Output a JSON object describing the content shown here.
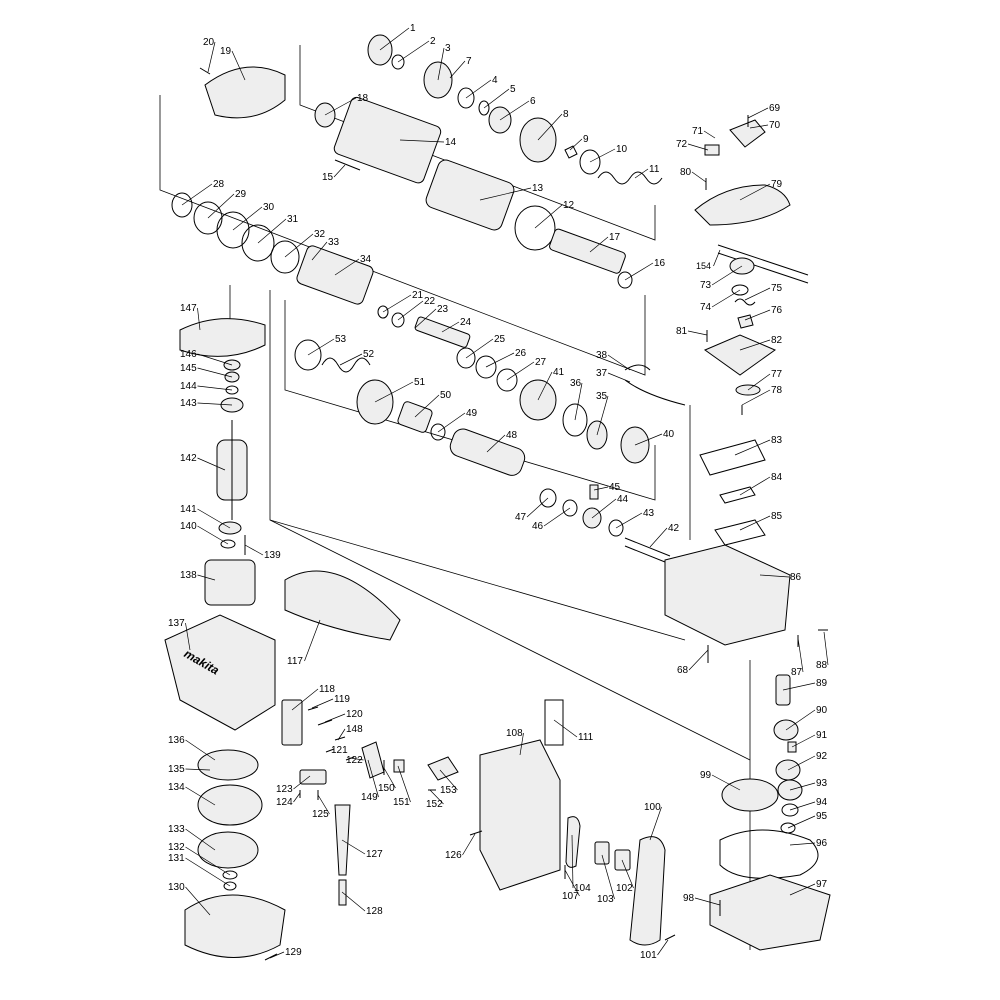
{
  "diagram": {
    "part_numbers": [
      "1",
      "2",
      "3",
      "4",
      "5",
      "6",
      "7",
      "8",
      "9",
      "10",
      "11",
      "12",
      "13",
      "14",
      "15",
      "16",
      "17",
      "18",
      "19",
      "20",
      "21",
      "22",
      "23",
      "24",
      "25",
      "26",
      "27",
      "28",
      "29",
      "30",
      "31",
      "32",
      "33",
      "34",
      "35",
      "36",
      "37",
      "38",
      "40",
      "41",
      "42",
      "43",
      "44",
      "45",
      "46",
      "47",
      "48",
      "49",
      "50",
      "51",
      "52",
      "53",
      "68",
      "69",
      "70",
      "71",
      "72",
      "73",
      "74",
      "75",
      "76",
      "77",
      "78",
      "79",
      "80",
      "81",
      "82",
      "83",
      "84",
      "85",
      "86",
      "87",
      "88",
      "89",
      "90",
      "91",
      "92",
      "93",
      "94",
      "95",
      "96",
      "97",
      "98",
      "99",
      "100",
      "101",
      "102",
      "103",
      "104",
      "107",
      "108",
      "111",
      "117",
      "118",
      "119",
      "120",
      "121",
      "122",
      "123",
      "124",
      "125",
      "126",
      "127",
      "128",
      "129",
      "130",
      "131",
      "132",
      "133",
      "134",
      "135",
      "136",
      "137",
      "138",
      "139",
      "140",
      "141",
      "142",
      "143",
      "144",
      "145",
      "146",
      "147",
      "148",
      "149",
      "150",
      "151",
      "152",
      "153",
      "154"
    ],
    "logo_text": "makita"
  }
}
